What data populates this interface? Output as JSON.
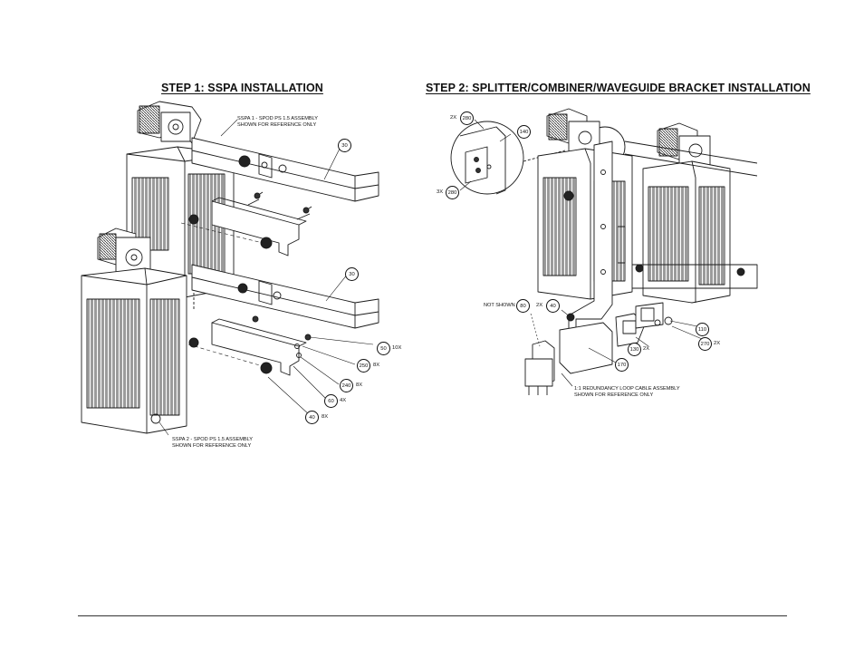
{
  "step1": {
    "title": "STEP 1: SSPA INSTALLATION",
    "note_top_line1": "SSPA 1 - SPOD PS 1.5 ASSEMBLY",
    "note_top_line2": "SHOWN FOR REFERENCE ONLY",
    "note_bottom_line1": "SSPA 2 - SPOD PS 1.5 ASSEMBLY",
    "note_bottom_line2": "SHOWN FOR REFERENCE ONLY",
    "callouts": {
      "c30a": "30",
      "c30b": "30",
      "c50": "50",
      "c250": "250",
      "c240": "240",
      "c60": "60",
      "c40": "40"
    },
    "qty": {
      "q50": "10X",
      "q250": "8X",
      "q240": "8X",
      "q60": "4X",
      "q40": "8X"
    }
  },
  "step2": {
    "title": "STEP 2: SPLITTER/COMBINER/WAVEGUIDE BRACKET INSTALLATION",
    "not_shown": "NOT SHOWN",
    "note_line1": "1:1 REDUNDANCY LOOP CABLE ASSEMBLY",
    "note_line2": "SHOWN FOR REFERENCE ONLY",
    "callouts": {
      "c280a": "280",
      "c140": "140",
      "c280b": "280",
      "c80": "80",
      "c40": "40",
      "c170": "170",
      "c130": "130",
      "c110": "110",
      "c270": "270"
    },
    "qty": {
      "q280a": "2X",
      "q280b": "3X",
      "q40": "2X",
      "q130": "2X",
      "q270": "2X"
    }
  }
}
